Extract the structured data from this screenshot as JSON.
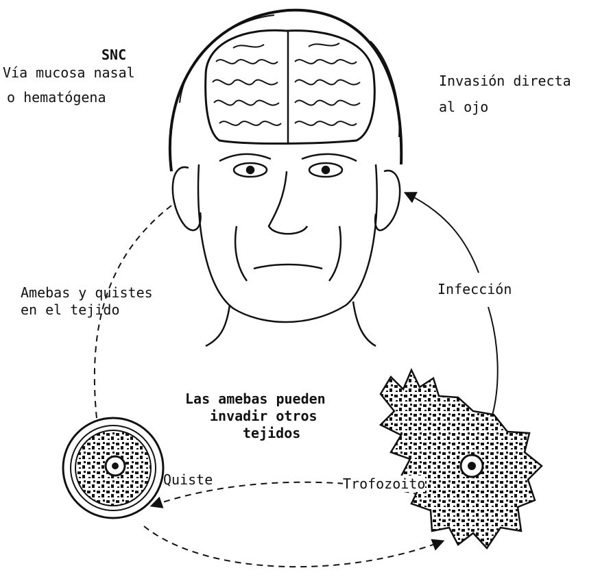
{
  "labels": {
    "snc_title": "SNC",
    "snc_line1": "Vía mucosa nasal",
    "snc_line2": "o hematógena",
    "invasion_line1": "Invasión directa",
    "invasion_line2": "al ojo",
    "amebas_line1": "Amebas y quistes",
    "amebas_line2": "en el tejido",
    "infeccion": "Infección",
    "center_line1": "Las amebas pueden",
    "center_line2": "invadir otros",
    "center_line3": "tejidos",
    "quiste": "Quiste",
    "trofozoito": "Trofozoito"
  },
  "colors": {
    "ink": "#111111",
    "background": "#ffffff"
  },
  "figures": {
    "head": "human-head-with-brain-illustration",
    "cyst": "amoeba-cyst-illustration",
    "trophozoite": "amoeba-trophozoite-illustration"
  }
}
